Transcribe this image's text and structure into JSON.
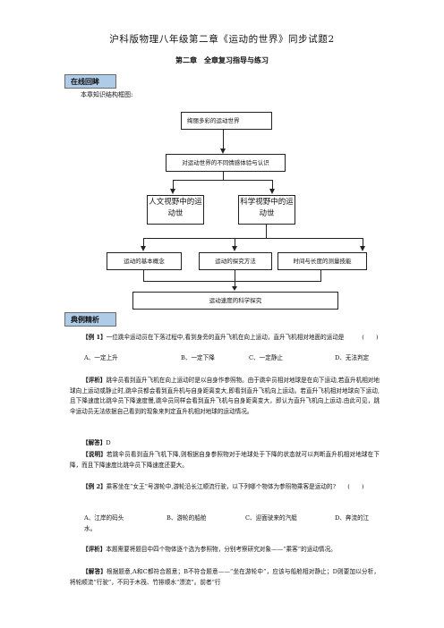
{
  "doc_title": "沪科版物理八年级第二章《运动的世界》同步试题2",
  "chapter_title": "第二章　全章复习指导与练习",
  "section1_tag": "在线回眸",
  "intro": "本章知识结构框图:",
  "chart": {
    "top": "绚丽多彩的运动世界",
    "mid": "对运动世界的不同情感体验与认识",
    "left": "人文视野中的运动世",
    "right": "科学视野中的运动世",
    "b1": "运动的基本概念",
    "b2": "运动的探究方法",
    "b3": "时间与长度的测量技能",
    "bottom": "运动速度的科学探究"
  },
  "section2_tag": "典例精析",
  "ex1": {
    "head": "【例 1】",
    "text": "一位跳伞运动员在下落过程中,看到身旁的直升飞机在向上运动，直升飞机相对地面的运动是　　　(　　)",
    "optA": "A、一定上升",
    "optB": "B、一定下降",
    "optC": "C、一定静止",
    "optD": "D、无法判定",
    "analysis_head": "【评析】",
    "analysis": "跳伞员看到直升飞机在向上运动时是以自身作参照物。由于跳伞员相对地球是在向下运动,若直升机相对地球向上运动或静止时,跳伞员都会看到直升机与自身距离变大,即看到直升飞机向上运动。若直升飞机相对地球向下运动,且下降速度比跳伞员下降速度慢,跳伞员同样会看到直升飞机与自身距离变大，即认为直升飞机向上运动.由此可见，跳伞运动员无法依据自己看到的现象来判定直升机相对地球的运动情况。",
    "answer_head": "【解答】",
    "answer": "D",
    "note_head": "【说明】",
    "note": "若跳伞员看到直升飞机下降,则根据自身参照物对于地球处于下降的状态就可以判断直升机相对地球在下降，而且下降速度比跳伞员下降速度还要大。"
  },
  "ex2": {
    "head": "【例 2】",
    "text": "乘客坐在“女王”号游轮中,游轮沿长江顺流行驶，以下列哪个物体为参照物乘客是运动的?　　(　　)",
    "optA": "A、江岸的码头",
    "optB": "B、游轮的船舱",
    "optC": "C、迎面驶来的汽艇",
    "optD": "D、奔流的江水。",
    "analysis_head": "【评析】",
    "analysis": "本题需要将题目中四个物体逐个选为参照物，分别考察研究对象——“乘客”的运动情况。",
    "answer_head": "【解答】",
    "answer": "根据题意,A和C都符合题意；B不符合题意——“坐在游轮中”，应该与船舱相对静止；D则要加以分析，将轮顺流“行驶”，不同于木筏、竹排顺水“漂流”。前者“行"
  }
}
